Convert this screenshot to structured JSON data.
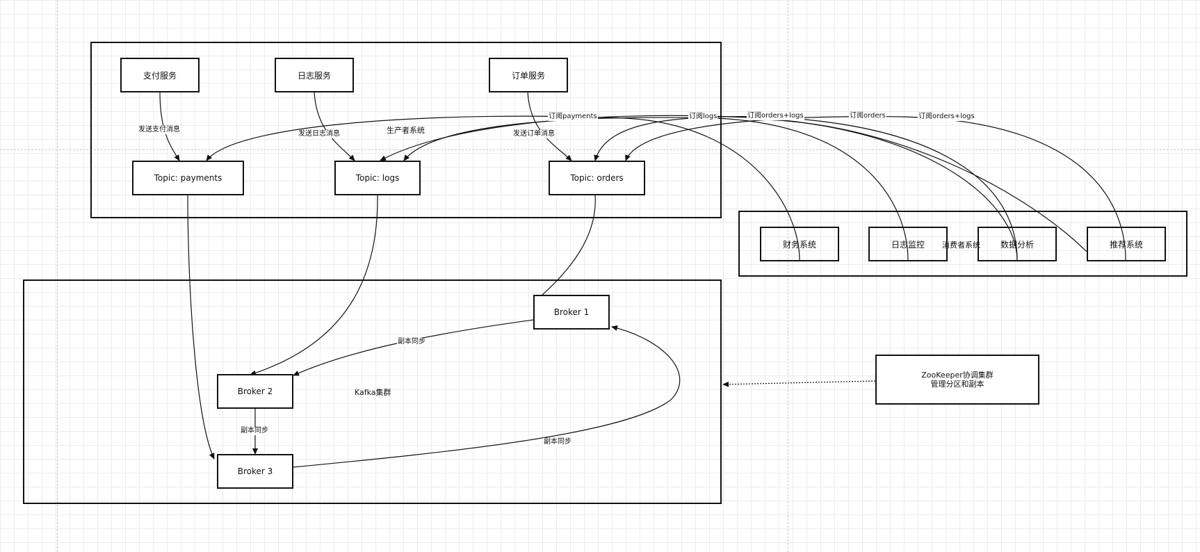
{
  "producer_group": {
    "label": "生产者系统"
  },
  "consumer_group": {
    "label": "消费者系统"
  },
  "kafka_group": {
    "label": "Kafka集群"
  },
  "producers": [
    {
      "id": "pay",
      "label": "支付服务"
    },
    {
      "id": "log",
      "label": "日志服务"
    },
    {
      "id": "order",
      "label": "订单服务"
    }
  ],
  "topics": [
    {
      "id": "payments",
      "label": "Topic: payments"
    },
    {
      "id": "logs",
      "label": "Topic: logs"
    },
    {
      "id": "orders",
      "label": "Topic: orders"
    }
  ],
  "consumers": [
    {
      "id": "finance",
      "label": "财务系统"
    },
    {
      "id": "monitor",
      "label": "日志监控"
    },
    {
      "id": "analytics",
      "label": "数据分析"
    },
    {
      "id": "recommend",
      "label": "推荐系统"
    }
  ],
  "brokers": [
    {
      "id": "b1",
      "label": "Broker 1"
    },
    {
      "id": "b2",
      "label": "Broker 2"
    },
    {
      "id": "b3",
      "label": "Broker 3"
    }
  ],
  "zookeeper": {
    "line1": "ZooKeeper协调集群",
    "line2": "管理分区和副本"
  },
  "edge_labels": {
    "send_payment": "发送支付消息",
    "send_log": "发送日志消息",
    "send_order": "发送订单消息",
    "sub_payments": "订阅payments",
    "sub_logs": "订阅logs",
    "sub_orders_logs_1": "订阅orders+logs",
    "sub_orders": "订阅orders",
    "sub_orders_logs_2": "订阅orders+logs",
    "replica_b1_b2": "副本同步",
    "replica_b2_b3": "副本同步",
    "replica_b3_b1": "副本同步"
  }
}
